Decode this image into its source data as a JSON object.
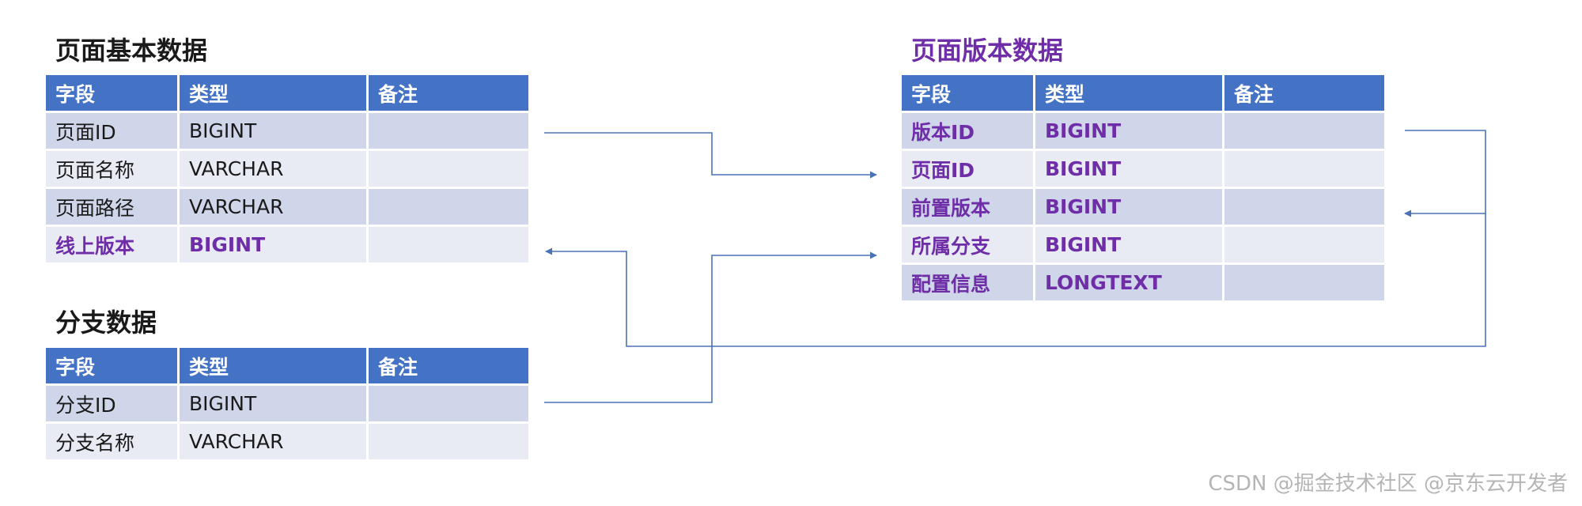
{
  "tables": {
    "page_basic": {
      "title": "页面基本数据",
      "headers": [
        "字段",
        "类型",
        "备注"
      ],
      "rows": [
        [
          "页面ID",
          "BIGINT",
          ""
        ],
        [
          "页面名称",
          "VARCHAR",
          ""
        ],
        [
          "页面路径",
          "VARCHAR",
          ""
        ],
        [
          "线上版本",
          "BIGINT",
          ""
        ]
      ],
      "highlighted_rows": [
        3
      ]
    },
    "branch": {
      "title": "分支数据",
      "headers": [
        "字段",
        "类型",
        "备注"
      ],
      "rows": [
        [
          "分支ID",
          "BIGINT",
          ""
        ],
        [
          "分支名称",
          "VARCHAR",
          ""
        ]
      ],
      "highlighted_rows": []
    },
    "page_version": {
      "title": "页面版本数据",
      "headers": [
        "字段",
        "类型",
        "备注"
      ],
      "rows": [
        [
          "版本ID",
          "BIGINT",
          ""
        ],
        [
          "页面ID",
          "BIGINT",
          ""
        ],
        [
          "前置版本",
          "BIGINT",
          ""
        ],
        [
          "所属分支",
          "BIGINT",
          ""
        ],
        [
          "配置信息",
          "LONGTEXT",
          ""
        ]
      ],
      "highlighted_rows": [
        0,
        1,
        2,
        3,
        4
      ]
    }
  },
  "colors": {
    "header_bg": "#4472c4",
    "row_dark": "#cfd6ea",
    "row_light": "#e8ebf4",
    "highlight_text": "#6f2da8",
    "connector": "#4a73b5"
  },
  "watermark": "CSDN @掘金技术社区 @京东云开发者"
}
